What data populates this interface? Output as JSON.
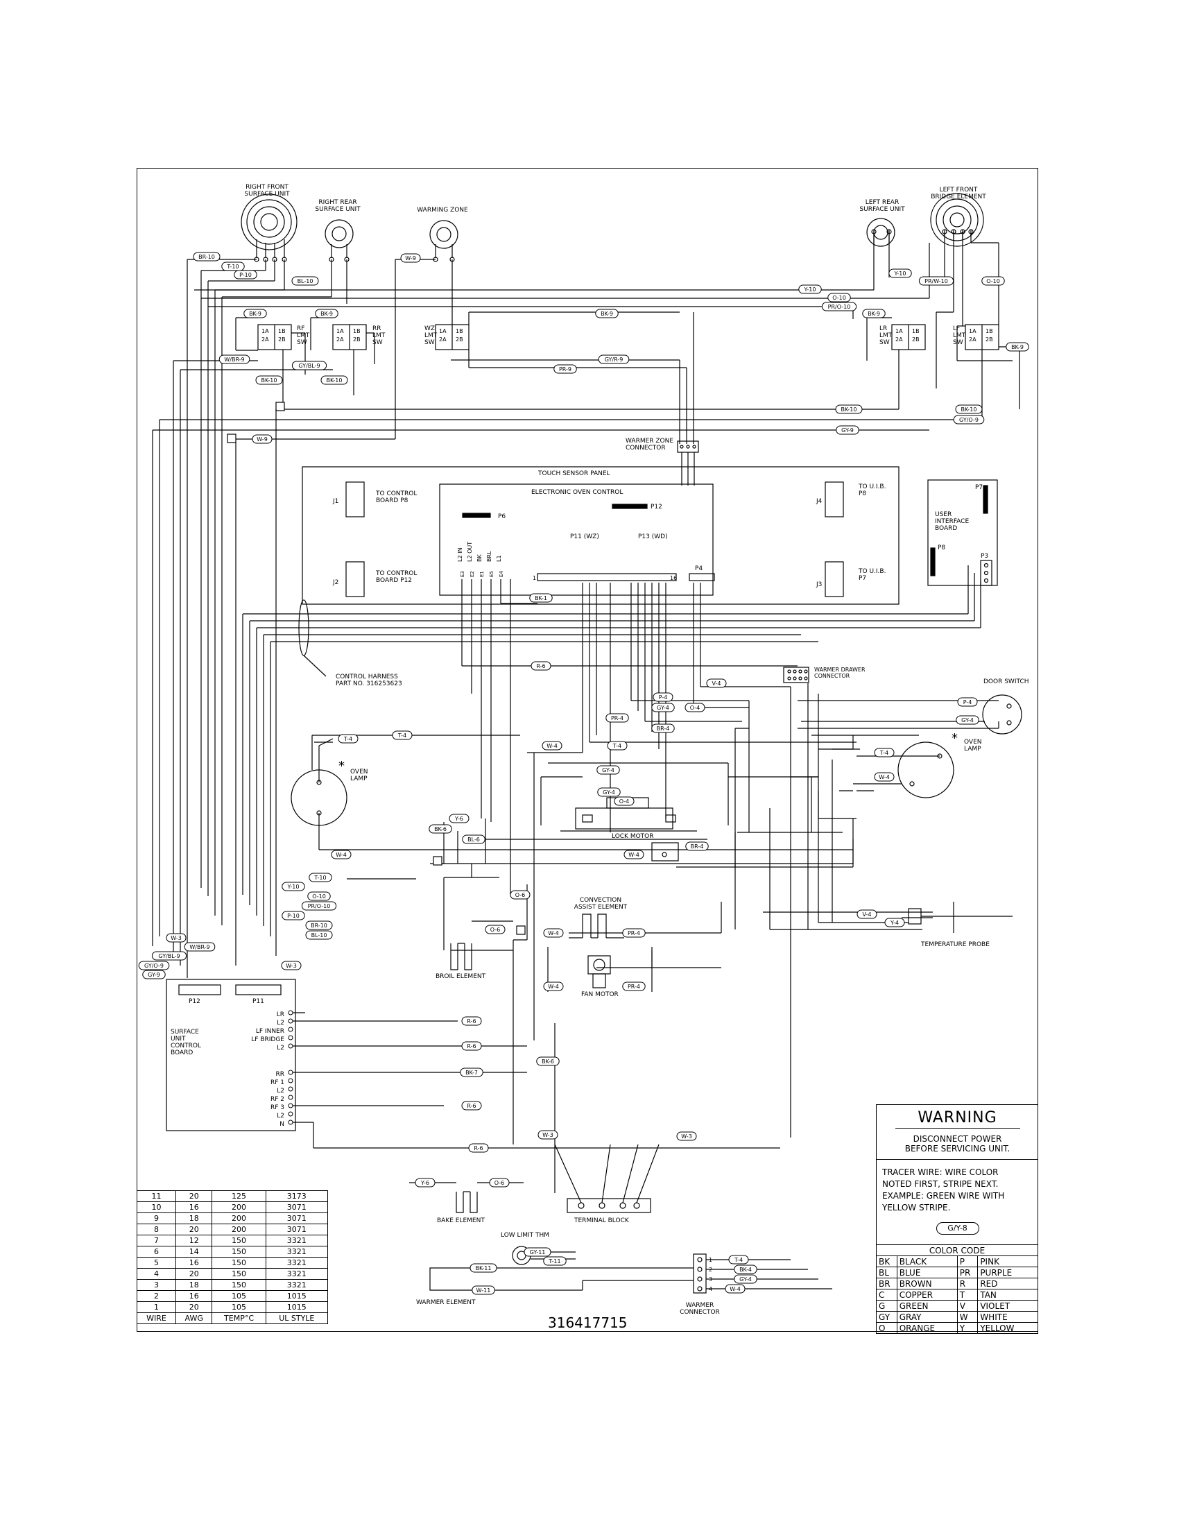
{
  "components": {
    "right_front": "RIGHT FRONT\nSURFACE UNIT",
    "right_rear": "RIGHT REAR\nSURFACE UNIT",
    "warming_zone": "WARMING ZONE",
    "left_rear": "LEFT REAR\nSURFACE UNIT",
    "left_front": "LEFT FRONT\nBRIDGE ELEMENT",
    "rf_lmt_sw": "RF\nLMT\nSW",
    "rr_lmt_sw": "RR\nLMT\nSW",
    "wz_lmt_sw": "WZ\nLMT\nSW",
    "lr_lmt_sw": "LR\nLMT\nSW",
    "lf_lmt_sw": "LF\nLMT\nSW",
    "sw_term_1a": "1A",
    "sw_term_1b": "1B",
    "sw_term_2a": "2A",
    "sw_term_2b": "2B",
    "warmer_zone_connector": "WARMER ZONE\nCONNECTOR",
    "touch_sensor_panel": "TOUCH SENSOR PANEL",
    "electronic_oven_control": "ELECTRONIC OVEN CONTROL",
    "j1": "J1",
    "j2": "J2",
    "j3": "J3",
    "j4": "J4",
    "to_control_p8": "TO CONTROL\nBOARD P8",
    "to_control_p12": "TO CONTROL\nBOARD P12",
    "to_uib_p8": "TO U.I.B.\nP8",
    "to_uib_p7": "TO U.I.B.\nP7",
    "p6": "P6",
    "p12": "P12",
    "p11": "P11 (WZ)",
    "p13": "P13 (WD)",
    "p4": "P4",
    "pin_1": "1",
    "pin_16": "16",
    "e_pins": [
      "L2 IN",
      "L2 OUT",
      "BK",
      "BRL",
      "L1"
    ],
    "e_pin_codes": [
      "E3",
      "E2",
      "E1",
      "E5",
      "E4"
    ],
    "user_interface_board": "USER\nINTERFACE\nBOARD",
    "p7": "P7",
    "p8": "P8",
    "p3": "P3",
    "control_harness": "CONTROL HARNESS\nPART NO. 316253623",
    "warmer_drawer_connector": "WARMER DRAWER\nCONNECTOR",
    "door_switch": "DOOR SWITCH",
    "oven_lamp": "OVEN\nLAMP",
    "lock_motor": "LOCK MOTOR",
    "convection_assist": "CONVECTION\nASSIST ELEMENT",
    "fan_motor": "FAN MOTOR",
    "broil_element": "BROIL ELEMENT",
    "temperature_probe": "TEMPERATURE PROBE",
    "surface_unit_board": "SURFACE\nUNIT\nCONTROL\nBOARD",
    "board_p12": "P12",
    "board_p11": "P11",
    "board_terminals": [
      "LR",
      "L2",
      "LF INNER",
      "LF BRIDGE",
      "L2",
      "RR",
      "RF 1",
      "L2",
      "RF 2",
      "RF 3",
      "L2",
      "N"
    ],
    "bake_element": "BAKE ELEMENT",
    "terminal_block": "TERMINAL BLOCK",
    "low_limit_thm": "LOW LIMIT THM",
    "warmer_element": "WARMER ELEMENT",
    "warmer_connector": "WARMER\nCONNECTOR",
    "warmer_pins": [
      "1",
      "2",
      "3",
      "4"
    ],
    "asterisk": "*"
  },
  "wire_tags": [
    "BR-10",
    "T-10",
    "P-10",
    "BL-10",
    "W-9",
    "Y-10",
    "O-10",
    "PR/O-10",
    "Y-10",
    "PR/W-10",
    "O-10",
    "BK-9",
    "BK-9",
    "BK-9",
    "BK-9",
    "BK-9",
    "W/BR-9",
    "GY/BL-9",
    "GY/R-9",
    "PR-9",
    "BK-10",
    "BK-10",
    "BK-10",
    "BK-10",
    "GY/O-9",
    "GY-9",
    "W-9",
    "BK-1",
    "R-6",
    "V-4",
    "P-4",
    "GY-4",
    "O-4",
    "PR-4",
    "BR-4",
    "T-4",
    "T-4",
    "W-4",
    "T-4",
    "P-4",
    "GY-4",
    "T-4",
    "W-4",
    "GY-4",
    "GY-4",
    "O-4",
    "Y-6",
    "BK-6",
    "BL-6",
    "W-4",
    "W-4",
    "BR-4",
    "T-10",
    "Y-10",
    "O-10",
    "PR/O-10",
    "P-10",
    "BR-10",
    "BL-10",
    "O-6",
    "O-6",
    "W-4",
    "PR-4",
    "W-4",
    "PR-4",
    "V-4",
    "Y-4",
    "W-3",
    "W/BR-9",
    "GY/BL-9",
    "GY/O-9",
    "GY-9",
    "W-3",
    "R-6",
    "R-6",
    "BK-6",
    "BK-7",
    "R-6",
    "W-3",
    "R-6",
    "W-3",
    "Y-6",
    "O-6",
    "GY-11",
    "T-11",
    "BK-11",
    "W-11",
    "T-4",
    "BK-4",
    "GY-4",
    "W-4"
  ],
  "wire_table": {
    "headers": [
      "WIRE",
      "AWG",
      "TEMP°C",
      "UL STYLE"
    ],
    "rows": [
      [
        "11",
        "20",
        "125",
        "3173"
      ],
      [
        "10",
        "16",
        "200",
        "3071"
      ],
      [
        "9",
        "18",
        "200",
        "3071"
      ],
      [
        "8",
        "20",
        "200",
        "3071"
      ],
      [
        "7",
        "12",
        "150",
        "3321"
      ],
      [
        "6",
        "14",
        "150",
        "3321"
      ],
      [
        "5",
        "16",
        "150",
        "3321"
      ],
      [
        "4",
        "20",
        "150",
        "3321"
      ],
      [
        "3",
        "18",
        "150",
        "3321"
      ],
      [
        "2",
        "16",
        "105",
        "1015"
      ],
      [
        "1",
        "20",
        "105",
        "1015"
      ]
    ]
  },
  "warning": {
    "title": "WARNING",
    "line1": "DISCONNECT POWER",
    "line2": "BEFORE SERVICING UNIT.",
    "tracer1": "TRACER WIRE:   WIRE COLOR",
    "tracer2": "NOTED FIRST, STRIPE NEXT.",
    "tracer3": "EXAMPLE:   GREEN WIRE WITH",
    "tracer4": "YELLOW STRIPE.",
    "example": "G/Y-8"
  },
  "color_code": {
    "title": "COLOR CODE",
    "rows": [
      [
        "BK",
        "BLACK",
        "P",
        "PINK"
      ],
      [
        "BL",
        "BLUE",
        "PR",
        "PURPLE"
      ],
      [
        "BR",
        "BROWN",
        "R",
        "RED"
      ],
      [
        "C",
        "COPPER",
        "T",
        "TAN"
      ],
      [
        "G",
        "GREEN",
        "V",
        "VIOLET"
      ],
      [
        "GY",
        "GRAY",
        "W",
        "WHITE"
      ],
      [
        "O",
        "ORANGE",
        "Y",
        "YELLOW"
      ]
    ]
  },
  "part_number": "316417715"
}
